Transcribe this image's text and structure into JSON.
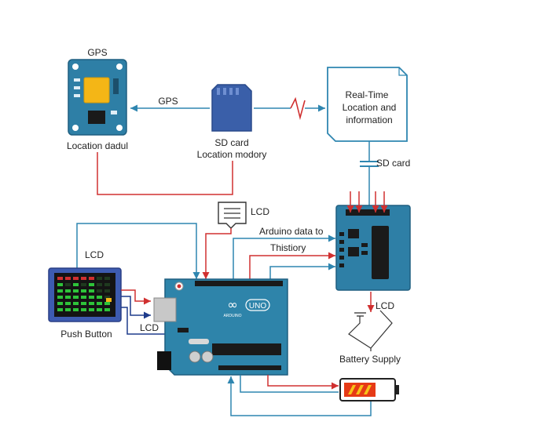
{
  "gps_module": {
    "top_label": "GPS",
    "bottom_label": "Location dadul"
  },
  "sd_card": {
    "line1": "SD card",
    "line2": "Location modory"
  },
  "arrow_gps_label": "GPS",
  "realtime_box": {
    "line1": "Real-Time",
    "line2": "Location and",
    "line3": "information"
  },
  "sd_card_link_label": "SD card",
  "lcd_top_label": "LCD",
  "arduino_data_label": {
    "line1": "Arduino data to",
    "line2": "Thistiory"
  },
  "lcd_left_label": "LCD",
  "lcd_connector_label": "LCD",
  "push_button_label": "Push Button",
  "lcd_right_label": "LCD",
  "battery_supply_label": "Battery Supply",
  "arduino": {
    "brand": "ARDUINO",
    "model": "UNO",
    "logo": "∞"
  },
  "colors": {
    "board_blue": "#2e7fa6",
    "wire_red": "#d03030",
    "wire_blue": "#2f86b0",
    "wire_navy": "#1e3c8c"
  }
}
